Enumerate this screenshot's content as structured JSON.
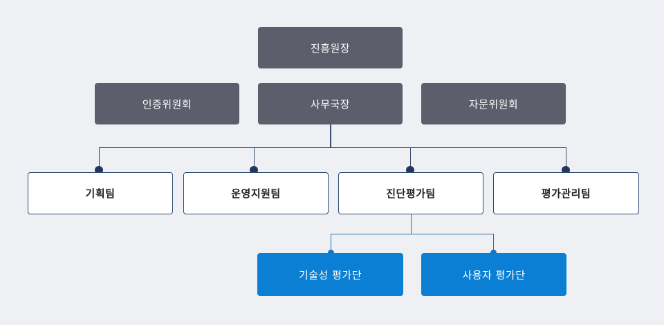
{
  "colors": {
    "background": "#eef0f3",
    "dark_node": "#5d5e6b",
    "outline_border": "#2b4a74",
    "accent_blue": "#0a7fd4"
  },
  "top": {
    "director": "진흥원장"
  },
  "second_row": {
    "left": "인증위원회",
    "center": "사무국장",
    "right": "자문위원회"
  },
  "teams": [
    "기획팀",
    "운영지원팀",
    "진단평가팀",
    "평가관리팀"
  ],
  "sub_units": [
    "기술성 평가단",
    "사용자 평가단"
  ]
}
